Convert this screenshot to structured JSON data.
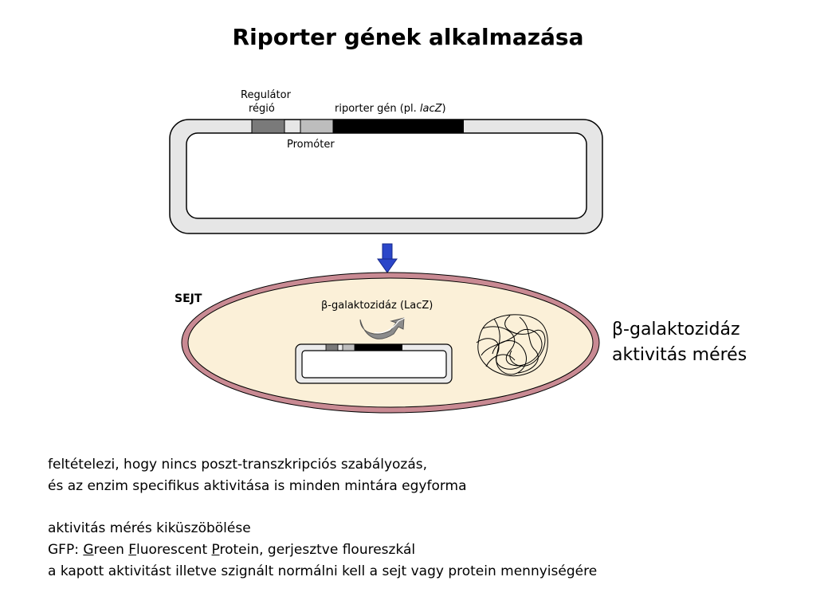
{
  "title": "Riporter gének alkalmazása",
  "plasmid": {
    "regulator_line1": "Regulátor",
    "regulator_line2": "régió",
    "reporter_prefix": "riporter gén (pl. ",
    "reporter_italic": "lacZ",
    "reporter_suffix": ")",
    "promoter": "Promóter"
  },
  "cell": {
    "label": "SEJT",
    "enzyme_symbol": "β",
    "enzyme_text": "-galaktozidáz (LacZ)"
  },
  "measurement": {
    "symbol": "β",
    "line1_text": "-galaktozidáz",
    "line2": "aktivitás mérés"
  },
  "notes": {
    "line1": "feltételezi, hogy nincs poszt-transzkripciós szabályozás,",
    "line2": "és az enzim specifikus aktivitása is minden mintára egyforma",
    "line3": "aktivitás mérés kiküszöbölése",
    "gfp_prefix": "GFP: ",
    "gfp_g": "G",
    "gfp_reen": "reen ",
    "gfp_f": "F",
    "gfp_luorescent": "luorescent ",
    "gfp_p": "P",
    "gfp_rest": "rotein, gerjesztve floureszkál",
    "line5": "a kapott aktivitást illetve szignált normálni kell a sejt vagy protein mennyiségére"
  },
  "colors": {
    "plasmid_fill": "#e6e6e6",
    "cell_fill": "#fbf0d8",
    "cell_outline": "#c98a93",
    "arrow_blue": "#2b46c9",
    "regulator_gray": "#7a7a7a",
    "promoter_gray": "#bdbdbd"
  }
}
